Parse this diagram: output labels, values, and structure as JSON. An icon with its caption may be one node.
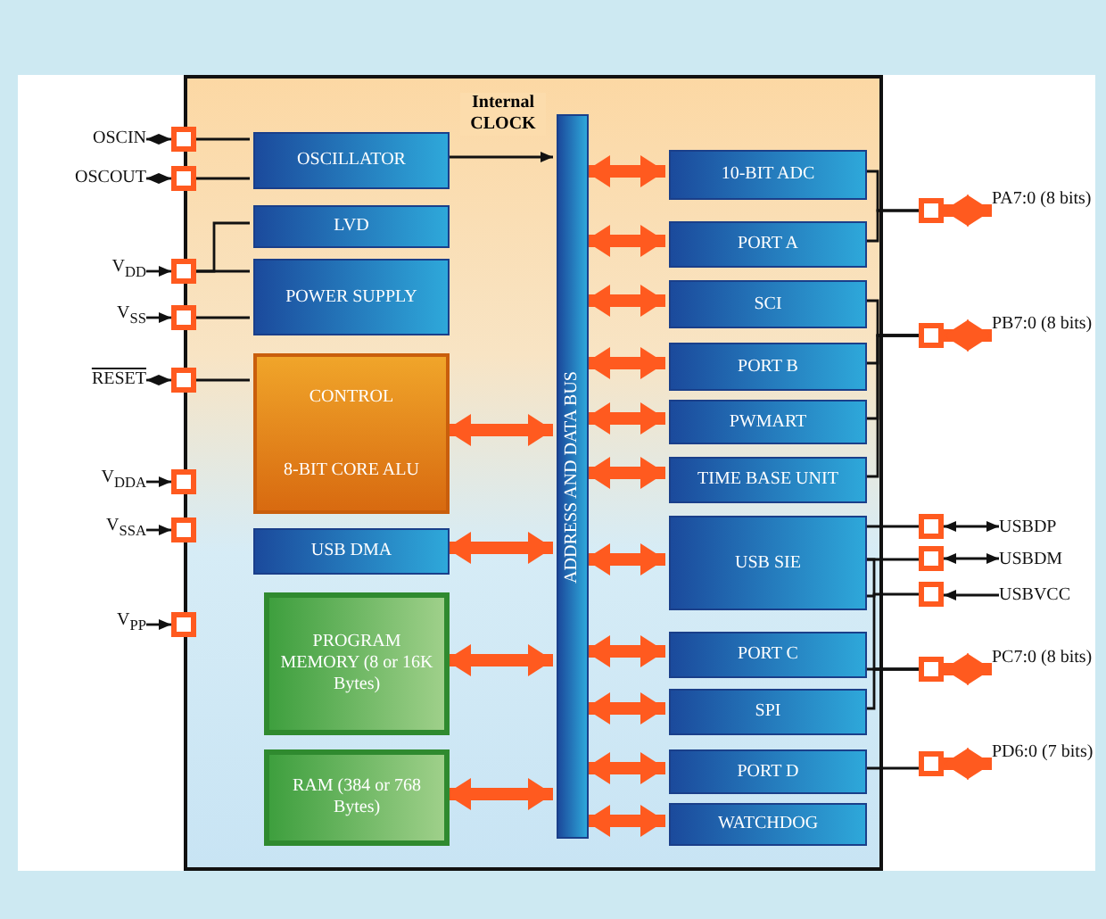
{
  "diagram": {
    "nodes": [
      {
        "text": [],
        "shape": "box"
      },
      {
        "text": [
          "OSCILLATOR"
        ],
        "in": 0
      },
      {
        "text": [
          "LVD"
        ],
        "in": 0
      },
      {
        "text": [
          "POWER SUPPLY"
        ],
        "in": 0
      },
      {
        "text": [
          "CONTROL",
          "8-BIT CORE ALU"
        ],
        "in": 0
      },
      {
        "text": [
          "USB DMA"
        ],
        "in": 0
      },
      {
        "text": [
          "PROGRAM MEMORY (8 or 16K Bytes)"
        ],
        "in": 0
      },
      {
        "text": [
          "RAM (384 or 768 Bytes)"
        ],
        "in": 0
      },
      {
        "text": [
          "ADDRESS AND DATA BUS"
        ],
        "in": 0
      },
      {
        "text": [
          "10-BIT ADC"
        ],
        "in": 0
      },
      {
        "text": [
          "PORT A"
        ],
        "in": 0
      },
      {
        "text": [
          "SCI"
        ],
        "in": 0
      },
      {
        "text": [
          "PORT B"
        ],
        "in": 0
      },
      {
        "text": [
          "PWMART"
        ],
        "in": 0
      },
      {
        "text": [
          "TIME BASE UNIT"
        ],
        "in": 0
      },
      {
        "text": [
          "USB SIE"
        ],
        "in": 0
      },
      {
        "text": [
          "PORT C"
        ],
        "in": 0
      },
      {
        "text": [
          "SPI"
        ],
        "in": 0
      },
      {
        "text": [
          "PORT D"
        ],
        "in": 0
      },
      {
        "text": [
          "WATCHDOG"
        ],
        "in": 0
      },
      {
        "text": [],
        "shape": "box"
      },
      {
        "text": [],
        "shape": "box"
      },
      {
        "text": [],
        "shape": "box"
      },
      {
        "text": [],
        "shape": "box"
      },
      {
        "text": [],
        "shape": "box"
      },
      {
        "text": [],
        "shape": "box"
      },
      {
        "text": [],
        "shape": "box"
      },
      {
        "text": [],
        "shape": "box"
      },
      {
        "text": [
          "OSCIN"
        ]
      },
      {
        "text": [
          "OSCOUT"
        ]
      },
      {
        "text": [
          "V$_{DD}$"
        ]
      },
      {
        "text": [
          "V$_{SS}$"
        ]
      },
      {
        "text": [
          "RESET"
        ]
      },
      {
        "text": [
          "V$_{DDA}$"
        ]
      },
      {
        "text": [
          "V$_{SSA}$"
        ]
      },
      {
        "text": [
          "V$_{PP}$"
        ]
      },
      {
        "text": [],
        "shape": "box"
      },
      {
        "text": [],
        "shape": "box"
      },
      {
        "text": [],
        "shape": "box"
      },
      {
        "text": [],
        "shape": "box"
      },
      {
        "text": [],
        "shape": "box"
      },
      {
        "text": [],
        "shape": "box"
      },
      {
        "text": [],
        "shape": "box"
      },
      {
        "text": [
          "PA7:0 (8 bits)"
        ]
      },
      {
        "text": [
          "PB7:0 (8 bits)"
        ]
      },
      {
        "text": [
          "USBDP"
        ]
      },
      {
        "text": [
          "USBDM"
        ]
      },
      {
        "text": [
          "USBVCC"
        ]
      },
      {
        "text": [
          "PC7:0 (8 bits)"
        ]
      },
      {
        "text": [
          "PD6:0 (7 bits)"
        ]
      }
    ],
    "edges": [
      {
        "from": 1,
        "to": 8,
        "arrow": "to",
        "label": "Internal CLOCK"
      },
      {
        "from": 4,
        "to": 8,
        "arrow": "both",
        "style": "thick",
        "color": "#ff5a1f"
      },
      {
        "from": 5,
        "to": 8,
        "arrow": "both",
        "style": "thick",
        "color": "#ff5a1f"
      },
      {
        "from": 6,
        "to": 8,
        "arrow": "both",
        "style": "thick",
        "color": "#ff5a1f"
      },
      {
        "from": 7,
        "to": 8,
        "arrow": "both",
        "style": "thick",
        "color": "#ff5a1f"
      },
      {
        "from": 8,
        "to": 9,
        "arrow": "both",
        "style": "thick",
        "color": "#ff5a1f"
      },
      {
        "from": 8,
        "to": 10,
        "arrow": "both",
        "style": "thick",
        "color": "#ff5a1f"
      },
      {
        "from": 8,
        "to": 11,
        "arrow": "both",
        "style": "thick",
        "color": "#ff5a1f"
      },
      {
        "from": 8,
        "to": 12,
        "arrow": "both",
        "style": "thick",
        "color": "#ff5a1f"
      },
      {
        "from": 8,
        "to": 13,
        "arrow": "both",
        "style": "thick",
        "color": "#ff5a1f"
      },
      {
        "from": 8,
        "to": 14,
        "arrow": "both",
        "style": "thick",
        "color": "#ff5a1f"
      },
      {
        "from": 8,
        "to": 15,
        "arrow": "both",
        "style": "thick",
        "color": "#ff5a1f"
      },
      {
        "from": 8,
        "to": 16,
        "arrow": "both",
        "style": "thick",
        "color": "#ff5a1f"
      },
      {
        "from": 8,
        "to": 17,
        "arrow": "both",
        "style": "thick",
        "color": "#ff5a1f"
      },
      {
        "from": 8,
        "to": 18,
        "arrow": "both",
        "style": "thick",
        "color": "#ff5a1f"
      },
      {
        "from": 8,
        "to": 19,
        "arrow": "both",
        "style": "thick",
        "color": "#ff5a1f"
      },
      {
        "from": 20,
        "to": 1,
        "arrow": "none"
      },
      {
        "from": 21,
        "to": 1,
        "arrow": "none"
      },
      {
        "from": 22,
        "to": 2,
        "arrow": "none"
      },
      {
        "from": 22,
        "to": 3,
        "arrow": "none"
      },
      {
        "from": 23,
        "to": 3,
        "arrow": "none"
      },
      {
        "from": 24,
        "to": 4,
        "arrow": "none"
      },
      {
        "from": 28,
        "to": 20,
        "arrow": "both"
      },
      {
        "from": 29,
        "to": 21,
        "arrow": "both"
      },
      {
        "from": 30,
        "to": 22,
        "arrow": "to"
      },
      {
        "from": 31,
        "to": 23,
        "arrow": "to"
      },
      {
        "from": 32,
        "to": 24,
        "arrow": "both"
      },
      {
        "from": 33,
        "to": 25,
        "arrow": "to"
      },
      {
        "from": 34,
        "to": 26,
        "arrow": "to"
      },
      {
        "from": 35,
        "to": 27,
        "arrow": "to"
      },
      {
        "from": 9,
        "to": 36,
        "arrow": "none"
      },
      {
        "from": 10,
        "to": 36,
        "arrow": "none"
      },
      {
        "from": 11,
        "to": 37,
        "arrow": "none"
      },
      {
        "from": 12,
        "to": 37,
        "arrow": "none"
      },
      {
        "from": 13,
        "to": 37,
        "arrow": "none"
      },
      {
        "from": 14,
        "to": 37,
        "arrow": "none"
      },
      {
        "from": 15,
        "to": 38,
        "arrow": "none"
      },
      {
        "from": 15,
        "to": 39,
        "arrow": "none"
      },
      {
        "from": 15,
        "to": 40,
        "arrow": "none"
      },
      {
        "from": 15,
        "to": 41,
        "arrow": "none"
      },
      {
        "from": 16,
        "to": 41,
        "arrow": "none"
      },
      {
        "from": 17,
        "to": 41,
        "arrow": "none"
      },
      {
        "from": 18,
        "to": 42,
        "arrow": "none"
      },
      {
        "from": 36,
        "to": 43,
        "arrow": "both",
        "style": "thick",
        "color": "#ff5a1f"
      },
      {
        "from": 37,
        "to": 44,
        "arrow": "both",
        "style": "thick",
        "color": "#ff5a1f"
      },
      {
        "from": 38,
        "to": 45,
        "arrow": "both"
      },
      {
        "from": 39,
        "to": 46,
        "arrow": "both"
      },
      {
        "from": 47,
        "to": 40,
        "arrow": "to"
      },
      {
        "from": 41,
        "to": 48,
        "arrow": "both",
        "style": "thick",
        "color": "#ff5a1f"
      },
      {
        "from": 42,
        "to": 49,
        "arrow": "both",
        "style": "thick",
        "color": "#ff5a1f"
      }
    ]
  }
}
